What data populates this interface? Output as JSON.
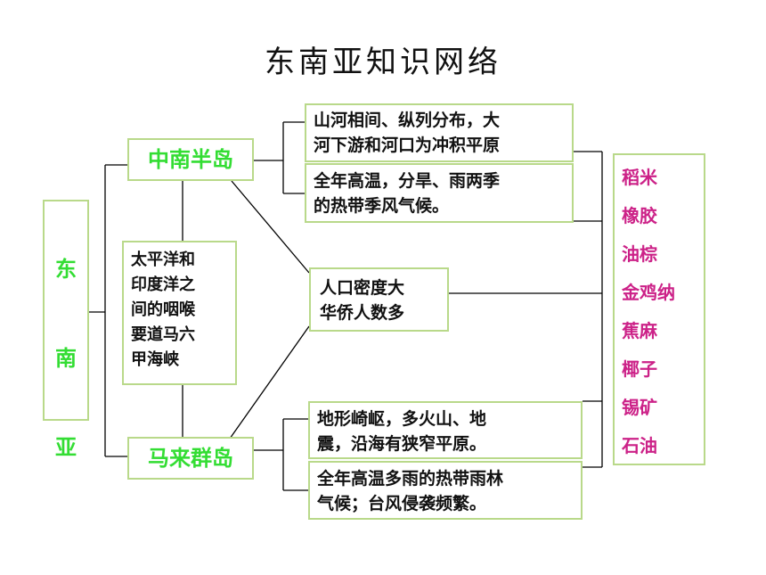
{
  "title": "东南亚知识网络",
  "root": {
    "chars": [
      "东",
      "南",
      "亚"
    ]
  },
  "branches": {
    "indochina": {
      "label": "中南半岛",
      "facts": [
        [
          "山河相间、纵列分布，大",
          "河下游和河口为冲积平原"
        ],
        [
          "全年高温，分旱、雨两季",
          "的热带季风气候。"
        ]
      ]
    },
    "malay": {
      "label": "马来群岛",
      "facts": [
        [
          "地形崎岖，多火山、地",
          "震，沿海有狭窄平原。"
        ],
        [
          "全年高温多雨的热带雨林",
          "气候；台风侵袭频繁。"
        ]
      ]
    }
  },
  "strait": [
    "太平洋和",
    "印度洋之",
    "间的咽喉",
    "要道马六",
    "甲海峡"
  ],
  "population": [
    "人口密度大",
    "华侨人数多"
  ],
  "resources": [
    "稻米",
    "橡胶",
    "油棕",
    "金鸡纳",
    "蕉麻",
    "椰子",
    "锡矿",
    "石油"
  ],
  "colors": {
    "box_border": "#b9d98a",
    "green_text": "#33dd33",
    "resource_text": "#cc2288"
  }
}
